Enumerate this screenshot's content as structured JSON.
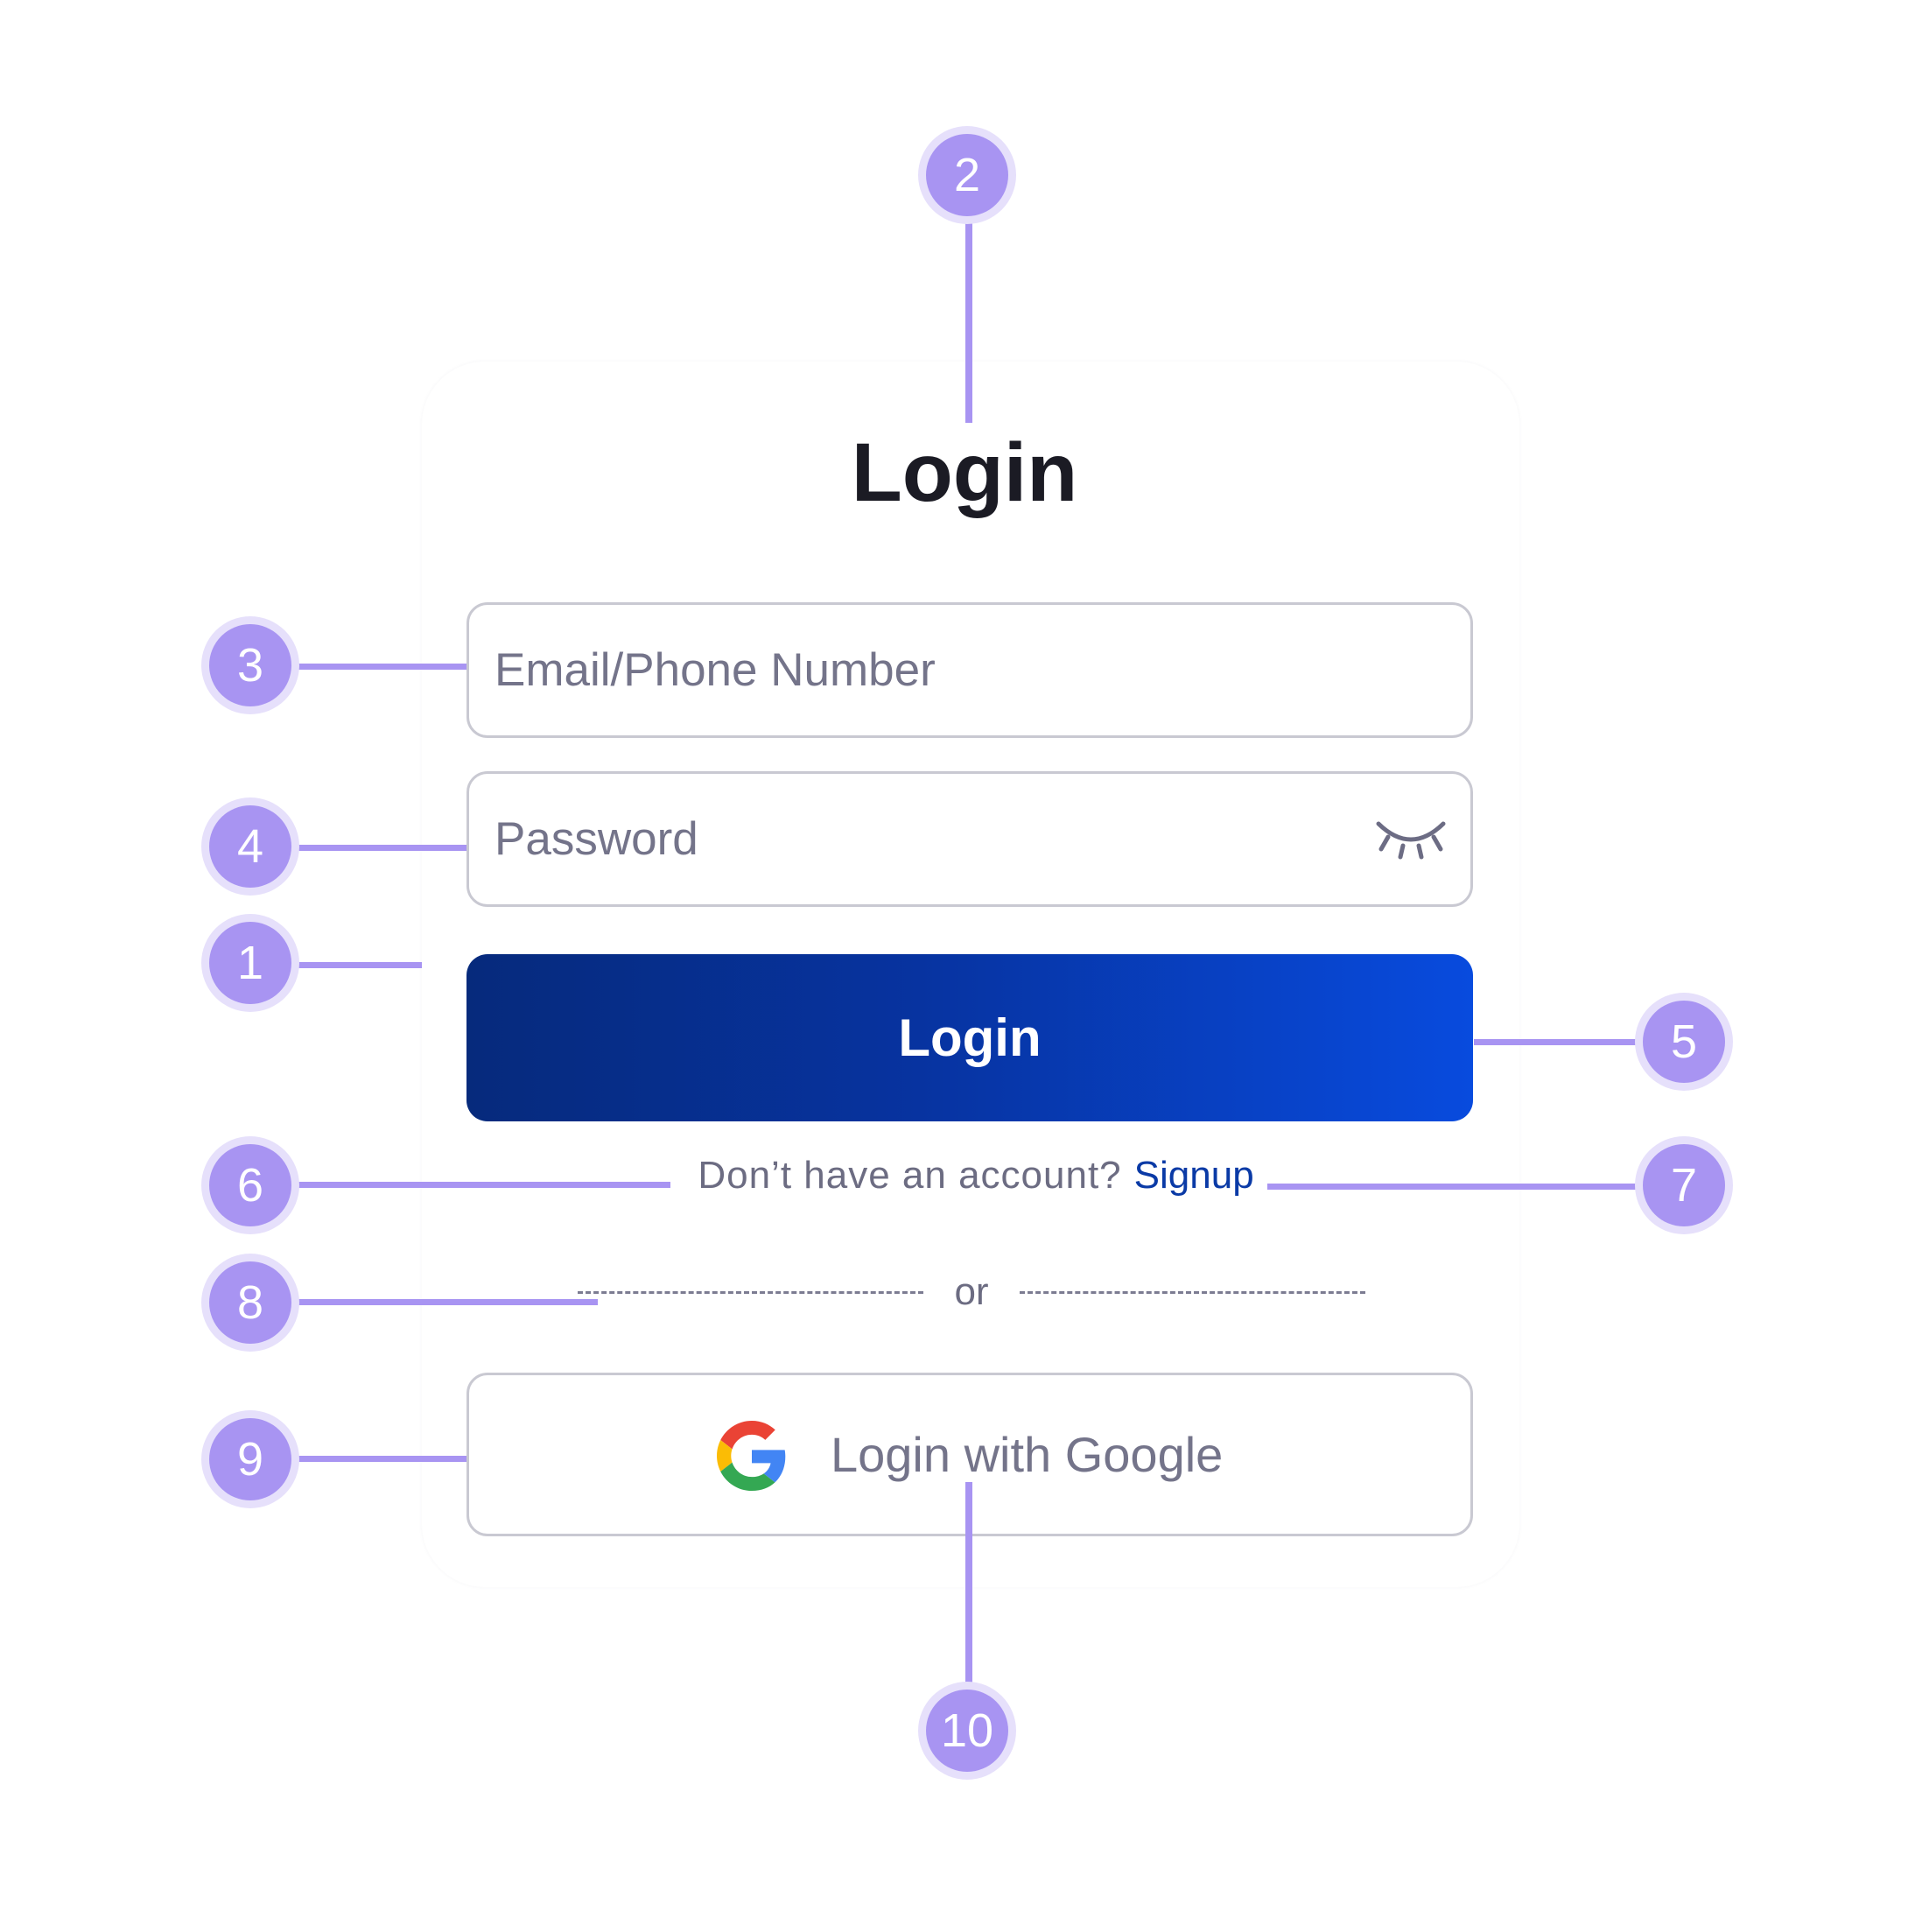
{
  "login_card": {
    "title": "Login",
    "email_field": {
      "placeholder": "Email/Phone Number"
    },
    "password_field": {
      "placeholder": "Password",
      "toggle_icon": "eye-closed-icon"
    },
    "login_button": {
      "label": "Login"
    },
    "signup": {
      "prompt": "Don’t have an account?",
      "link": "Signup"
    },
    "divider": {
      "label": "or"
    },
    "google_button": {
      "label": "Login with Google",
      "icon": "google-icon"
    }
  },
  "annotations": {
    "markers": [
      "1",
      "2",
      "3",
      "4",
      "5",
      "6",
      "7",
      "8",
      "9",
      "10"
    ]
  },
  "colors": {
    "marker": "#a894f2",
    "marker_halo": "#e6e0fb",
    "button_gradient_start": "#062a7c",
    "button_gradient_end": "#084bde",
    "link": "#0a3aa6",
    "field_border": "#c9c9d2",
    "placeholder_text": "#74748a",
    "title_text": "#1b1b24"
  }
}
